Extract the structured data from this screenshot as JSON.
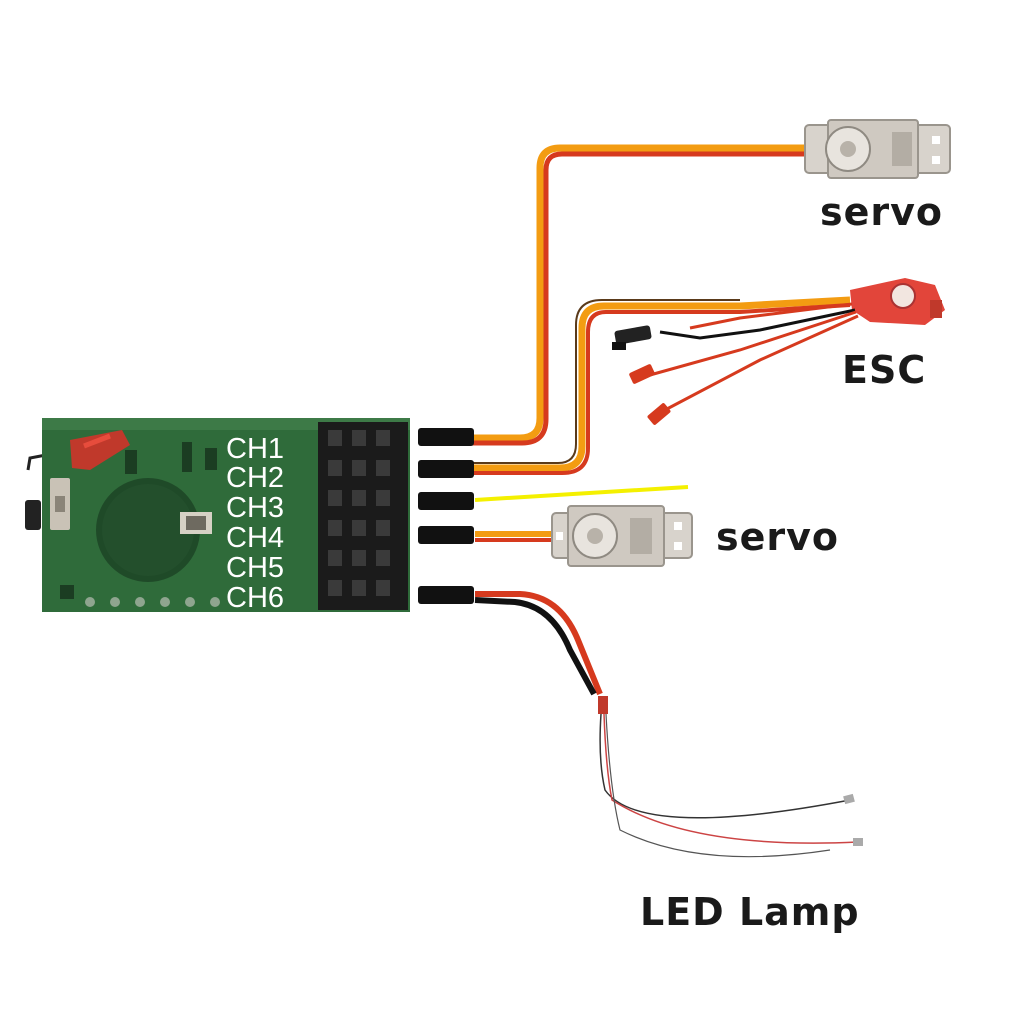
{
  "receiver": {
    "channels": [
      "CH1",
      "CH2",
      "CH3",
      "CH4",
      "CH5",
      "CH6"
    ]
  },
  "devices": {
    "servo_top": {
      "label": "servo"
    },
    "esc": {
      "label": "ESC"
    },
    "servo_mid": {
      "label": "servo"
    },
    "led": {
      "label": "LED Lamp"
    }
  },
  "colors": {
    "board_green": "#2f6b3a",
    "board_dark": "#1f4a28",
    "pin_block": "#1b1b1b",
    "wire_orange": "#f39c12",
    "wire_red": "#d63a1e",
    "wire_brown": "#5a3a1a",
    "wire_yellow": "#f4f000",
    "esc_board": "#e2453a",
    "servo_body": "#d8d3cc"
  }
}
